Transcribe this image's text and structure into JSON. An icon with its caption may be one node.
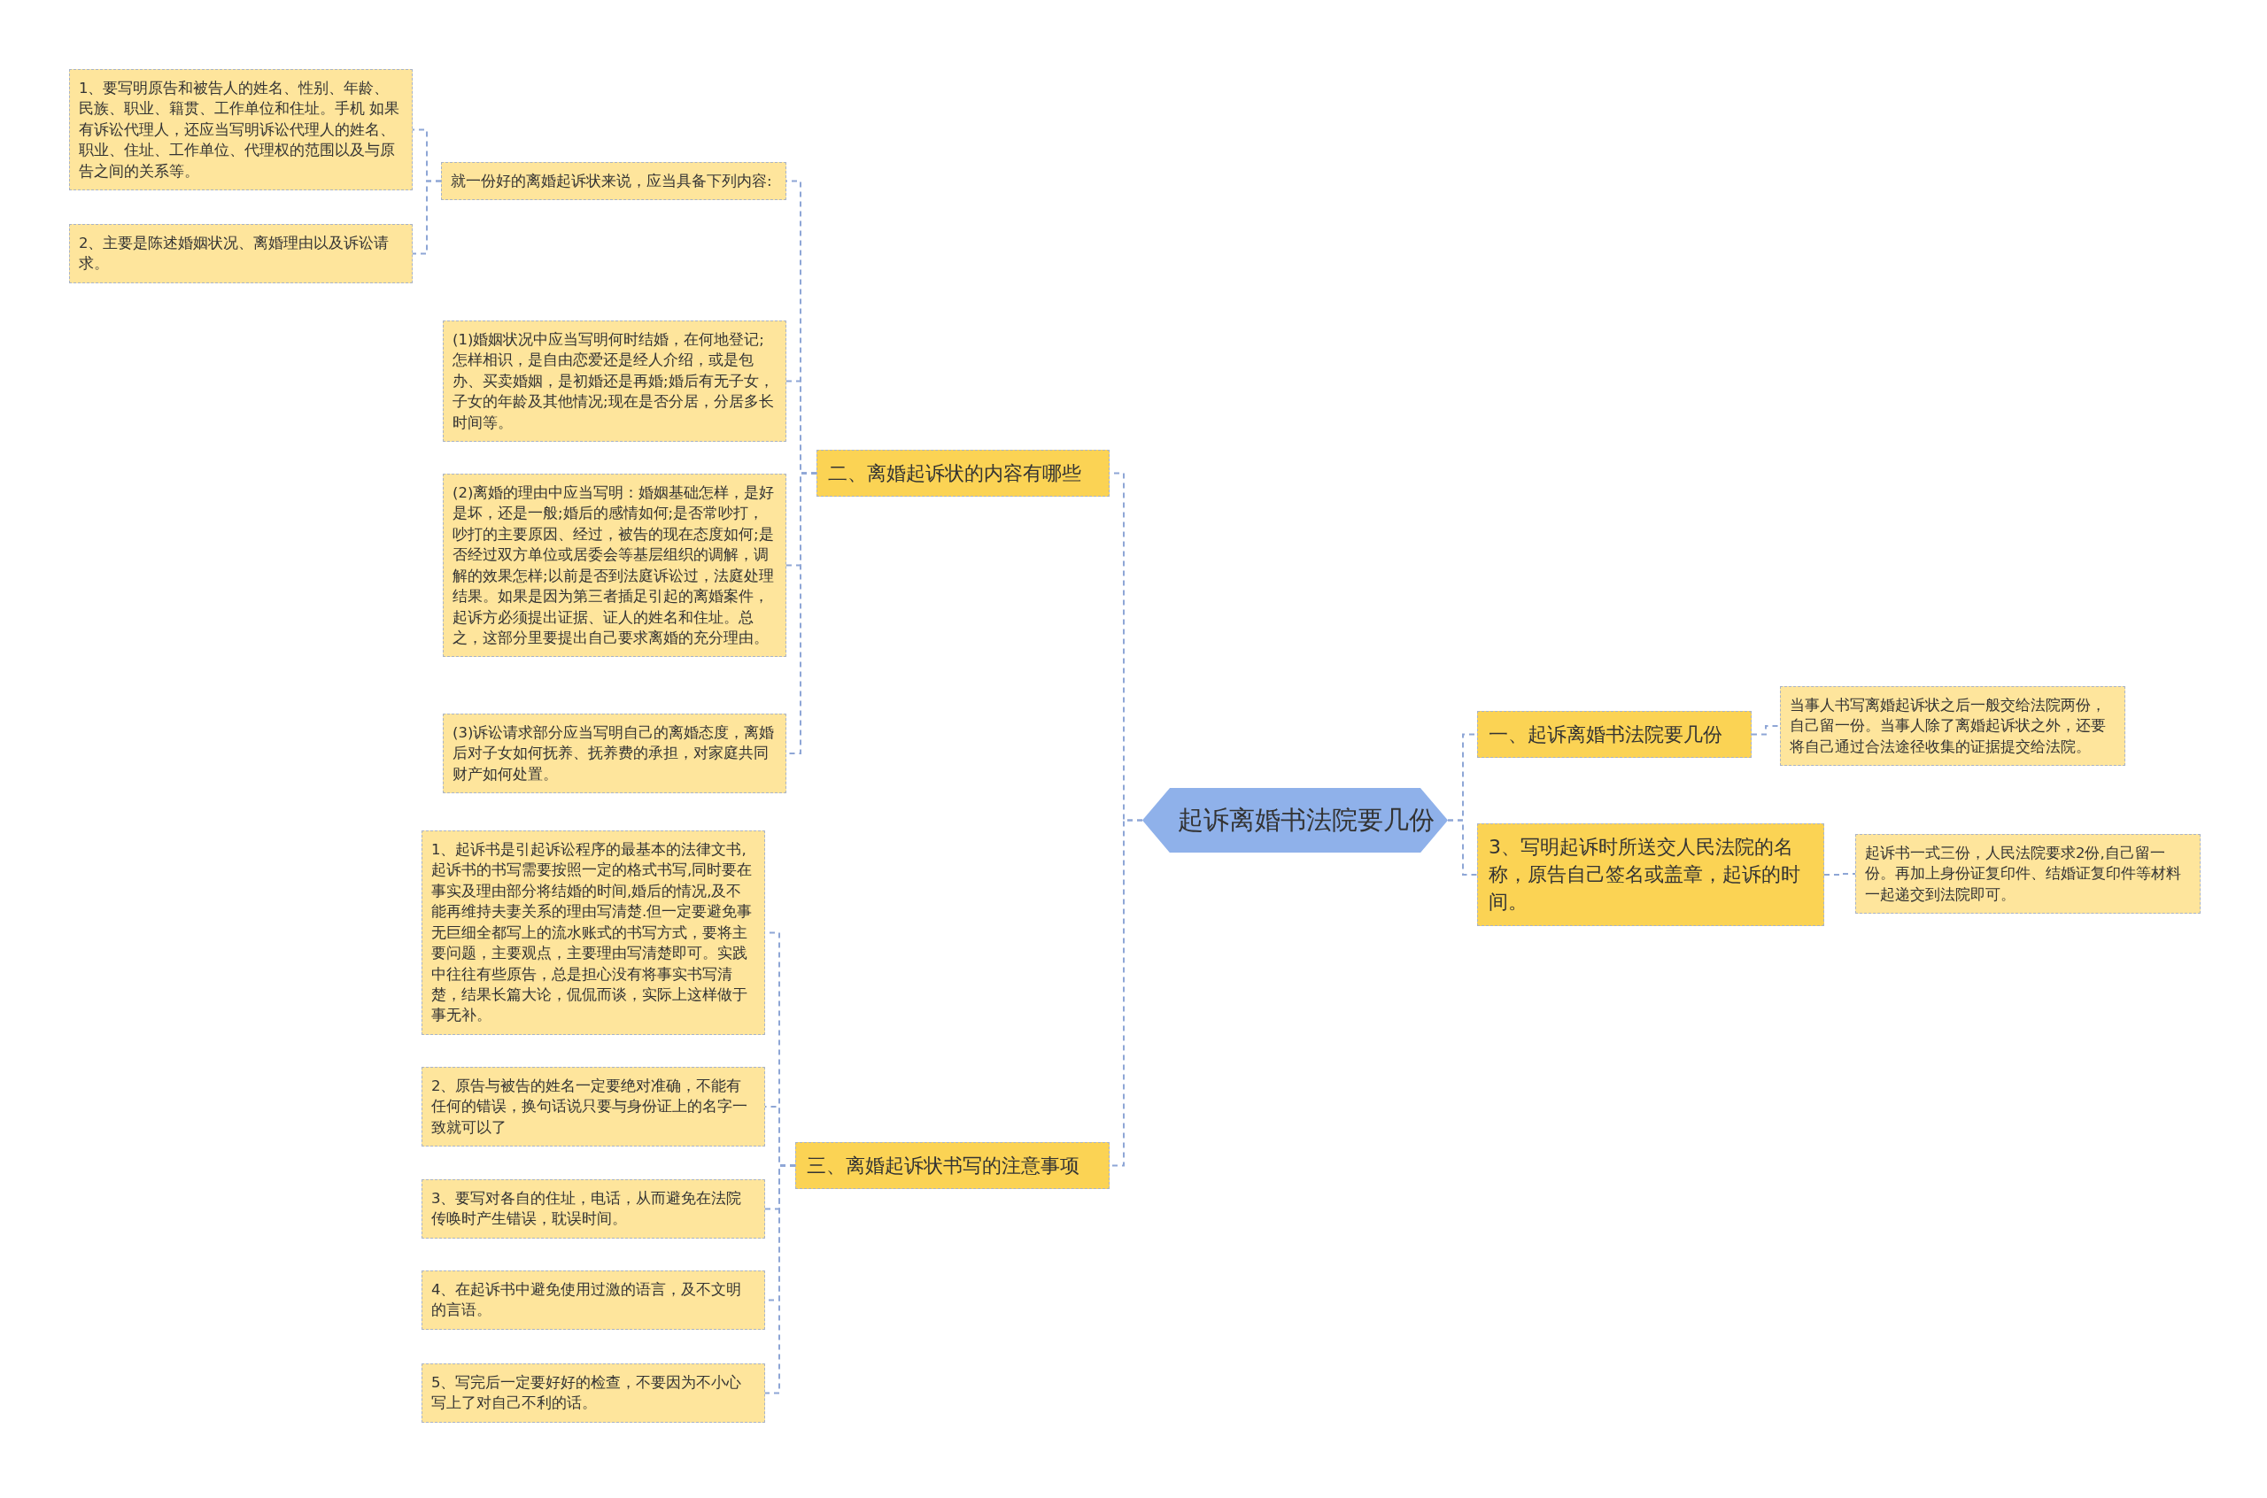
{
  "diagram": {
    "nodes": [
      {
        "text": [
          "起诉离婚书法院要几份"
        ]
      },
      {
        "text": [
          "二、离婚起诉状的内容有哪些"
        ]
      },
      {
        "text": [
          "就一份好的离婚起诉状来说，应当具备下列内容:"
        ]
      },
      {
        "text": [
          "1、要写明原告和被告人的姓名、性别、年龄、民族、职业、籍贯、工作单位和住址。手机 如果有诉讼代理人，还应当写明诉讼代理人的姓名、职业、住址、工作单位、代理权的范围以及与原告之间的关系等。"
        ]
      },
      {
        "text": [
          "2、主要是陈述婚姻状况、离婚理由以及诉讼请求。"
        ]
      },
      {
        "text": [
          "(1)婚姻状况中应当写明何时结婚，在何地登记;怎样相识，是自由恋爱还是经人介绍，或是包办、买卖婚姻，是初婚还是再婚;婚后有无子女，子女的年龄及其他情况;现在是否分居，分居多长时间等。"
        ]
      },
      {
        "text": [
          "(2)离婚的理由中应当写明：婚姻基础怎样，是好是坏，还是一般;婚后的感情如何;是否常吵打，吵打的主要原因、经过，被告的现在态度如何;是否经过双方单位或居委会等基层组织的调解，调解的效果怎样;以前是否到法庭诉讼过，法庭处理结果。如果是因为第三者插足引起的离婚案件，起诉方必须提出证据、证人的姓名和住址。总之，这部分里要提出自己要求离婚的充分理由。"
        ]
      },
      {
        "text": [
          "(3)诉讼请求部分应当写明自己的离婚态度，离婚后对子女如何抚养、抚养费的承担，对家庭共同财产如何处置。"
        ]
      },
      {
        "text": [
          "三、离婚起诉状书写的注意事项"
        ]
      },
      {
        "text": [
          "1、起诉书是引起诉讼程序的最基本的法律文书,起诉书的书写需要按照一定的格式书写,同时要在事实及理由部分将结婚的时间,婚后的情况,及不能再维持夫妻关系的理由写清楚.但一定要避免事无巨细全都写上的流水账式的书写方式，要将主要问题，主要观点，主要理由写清楚即可。实践中往往有些原告，总是担心没有将事实书写清楚，结果长篇大论，侃侃而谈，实际上这样做于事无补。"
        ]
      },
      {
        "text": [
          "2、原告与被告的姓名一定要绝对准确，不能有任何的错误，换句话说只要与身份证上的名字一致就可以了"
        ]
      },
      {
        "text": [
          "3、要写对各自的住址，电话，从而避免在法院传唤时产生错误，耽误时间。"
        ]
      },
      {
        "text": [
          "4、在起诉书中避免使用过激的语言，及不文明的言语。"
        ]
      },
      {
        "text": [
          "5、写完后一定要好好的检查，不要因为不小心写上了对自己不利的话。"
        ]
      },
      {
        "text": [
          "一、起诉离婚书法院要几份"
        ]
      },
      {
        "text": [
          "当事人书写离婚起诉状之后一般交给法院两份，自己留一份。当事人除了离婚起诉状之外，还要将自己通过合法途径收集的证据提交给法院。"
        ]
      },
      {
        "text": [
          "3、写明起诉时所送交人民法院的名称，原告自己签名或盖章，起诉的时间。"
        ]
      },
      {
        "text": [
          "起诉书一式三份，人民法院要求2份,自己留一份。再加上身份证复印件、结婚证复印件等材料一起递交到法院即可。"
        ]
      }
    ],
    "edges": [
      {
        "from": 0,
        "to": 1,
        "arrow": "none"
      },
      {
        "from": 1,
        "to": 2,
        "arrow": "none"
      },
      {
        "from": 2,
        "to": 3,
        "arrow": "none"
      },
      {
        "from": 2,
        "to": 4,
        "arrow": "none"
      },
      {
        "from": 1,
        "to": 5,
        "arrow": "none"
      },
      {
        "from": 1,
        "to": 6,
        "arrow": "none"
      },
      {
        "from": 1,
        "to": 7,
        "arrow": "none"
      },
      {
        "from": 0,
        "to": 8,
        "arrow": "none"
      },
      {
        "from": 8,
        "to": 9,
        "arrow": "none"
      },
      {
        "from": 8,
        "to": 10,
        "arrow": "none"
      },
      {
        "from": 8,
        "to": 11,
        "arrow": "none"
      },
      {
        "from": 8,
        "to": 12,
        "arrow": "none"
      },
      {
        "from": 8,
        "to": 13,
        "arrow": "none"
      },
      {
        "from": 0,
        "to": 14,
        "arrow": "none"
      },
      {
        "from": 14,
        "to": 15,
        "arrow": "none"
      },
      {
        "from": 0,
        "to": 16,
        "arrow": "none"
      },
      {
        "from": 16,
        "to": 17,
        "arrow": "none"
      }
    ]
  }
}
